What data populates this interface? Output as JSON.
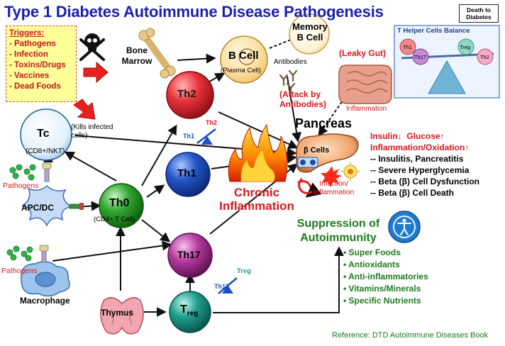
{
  "title": "Type 1 Diabetes Autoimmune Disease Pathogenesis",
  "logo": {
    "line1": "Death to",
    "line2": "Diabetes"
  },
  "triggers": {
    "heading": "Triggers:",
    "items": [
      "- Pathogens",
      "- Infection",
      "- Toxins/Drugs",
      "- Vaccines",
      "- Dead Foods"
    ]
  },
  "bone_marrow": "Bone Marrow",
  "b_cell": {
    "label": "B Cell",
    "sub": "(Plasma Cell)"
  },
  "memory_b_cell": {
    "line1": "Memory",
    "line2": "B Cell"
  },
  "antibodies": "Antibodies",
  "attack": {
    "line1": "(Attack by",
    "line2": "Antibodies)"
  },
  "leaky_gut": "(Leaky Gut)",
  "inflammation_small": "Inflammation",
  "th_balance": {
    "title": "T Helper Cells Balance",
    "cells": [
      "Th1",
      "Th17",
      "Treg",
      "Th2"
    ]
  },
  "th2": "Th2",
  "balance_th2": {
    "top": "Th2",
    "bottom": "Th1"
  },
  "tc": {
    "label": "Tc",
    "sub": "(CD8+/NKT)"
  },
  "kills": {
    "line1": "(Kills infected",
    "line2": "cells)"
  },
  "th1": "Th1",
  "chronic": {
    "line1": "Chronic",
    "line2": "Inflammation"
  },
  "pancreas": "Pancreas",
  "beta_cells": "β Cells",
  "infection_inflammation": {
    "line1": "Infection/",
    "line2": "Inflammation"
  },
  "effects": {
    "line1_insulin": "Insulin",
    "line1_glucose": "Glucose",
    "line2": "Inflammation/Oxidation",
    "items": [
      "-- Insulitis, Pancreatitis",
      "-- Severe Hyperglycemia",
      "-- Beta (β) Cell Dysfunction",
      "-- Beta (β) Cell Death"
    ]
  },
  "pathogens_top": "Pathogens",
  "apc": "APC/DC",
  "th0": {
    "label": "Th0",
    "sub": "(CD4+ T Cell)"
  },
  "pathogens_bottom": "Pathogens",
  "macrophage": "Macrophage",
  "th17": "Th17",
  "balance_treg": {
    "top": "Treg",
    "bottom": "Th17"
  },
  "thymus": "Thymus",
  "treg": {
    "main": "T",
    "sub": "reg"
  },
  "suppression": {
    "line1": "Suppression of",
    "line2": "Autoimmunity"
  },
  "remedies": [
    "Super Foods",
    "Antioxidants",
    "Anti-inflammatories",
    "Vitamins/Minerals",
    "Specific Nutrients"
  ],
  "reference": "Reference: DTD Autoimmune Diseases Book",
  "colors": {
    "title": "#1a1fb0",
    "red": "#d7191c",
    "green": "#1d7a1d",
    "th2": "#e8333c",
    "th1": "#2256c8",
    "th0": "#2fa52f",
    "th17": "#b53a9e",
    "treg": "#1d9e8c",
    "bcell": "#f2c36a"
  }
}
